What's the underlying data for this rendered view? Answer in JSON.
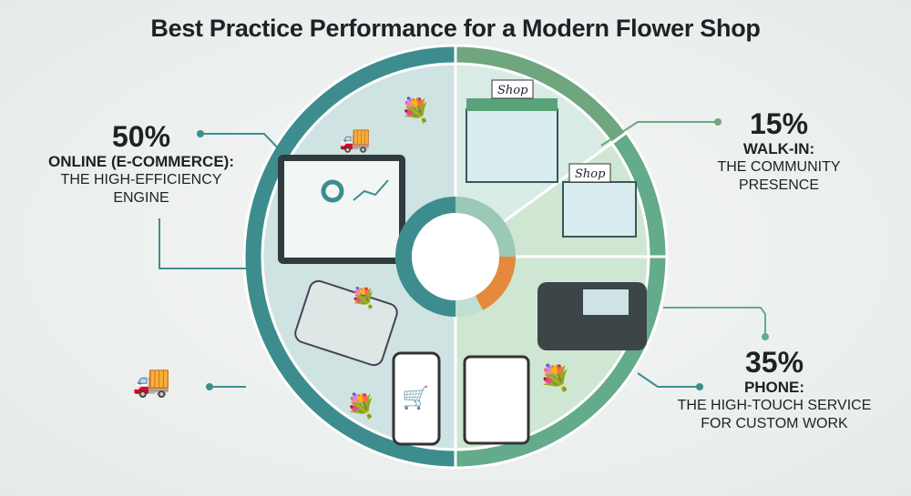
{
  "title": "Best Practice Performance for a Modern Flower Shop",
  "chart_data": {
    "type": "pie",
    "title": "Best Practice Performance for a Modern Flower Shop",
    "slices": [
      {
        "name": "Walk-In",
        "value": 15,
        "pct_label": "15%",
        "label": "WALK-IN:",
        "sublabel": "THE COMMUNITY PRESENCE",
        "color": "#6fa67e"
      },
      {
        "name": "Phone",
        "value": 35,
        "pct_label": "35%",
        "label": "PHONE:",
        "sublabel": "THE HIGH-TOUCH SERVICE FOR CUSTOM WORK",
        "color": "#63ab8a"
      },
      {
        "name": "Online (E-Commerce)",
        "value": 50,
        "pct_label": "50%",
        "label": "ONLINE (E-COMMERCE):",
        "sublabel": "THE HIGH-EFFICIENCY ENGINE",
        "color": "#3e8d8e"
      }
    ],
    "inner_ring_colors": [
      "#e58a3c",
      "#3e8d8e",
      "#bfe0d2"
    ]
  },
  "illustrations": {
    "shop_sign_1": "Shop",
    "shop_sign_2": "Shop"
  }
}
